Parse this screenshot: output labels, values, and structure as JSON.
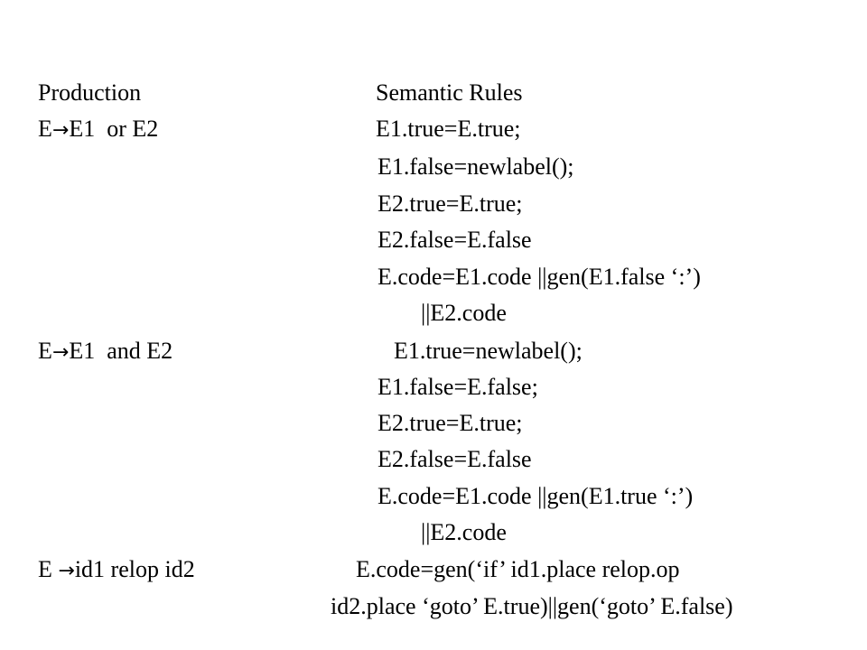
{
  "header": {
    "production": "Production",
    "semantic_rules": "Semantic Rules"
  },
  "arrow_glyph": "→",
  "productions": [
    {
      "lhs": "E",
      "rhs": "E1  or E2"
    },
    {
      "lhs": "E",
      "rhs": "E1  and E2"
    },
    {
      "lhs": "E ",
      "rhs": "id1 relop id2"
    }
  ],
  "rules": {
    "or": [
      "E1.true=E.true;",
      "E1.false=newlabel();",
      "E2.true=E.true;",
      "E2.false=E.false",
      "E.code=E1.code ||gen(E1.false ‘:’)",
      "||E2.code"
    ],
    "and": [
      "E1.true=newlabel();",
      "E1.false=E.false;",
      "E2.true=E.true;",
      "E2.false=E.false",
      "E.code=E1.code ||gen(E1.true ‘:’)",
      "||E2.code"
    ],
    "relop": [
      "E.code=gen(‘if’ id1.place relop.op",
      "id2.place ‘goto’ E.true)||gen(‘goto’ E.false)"
    ]
  }
}
